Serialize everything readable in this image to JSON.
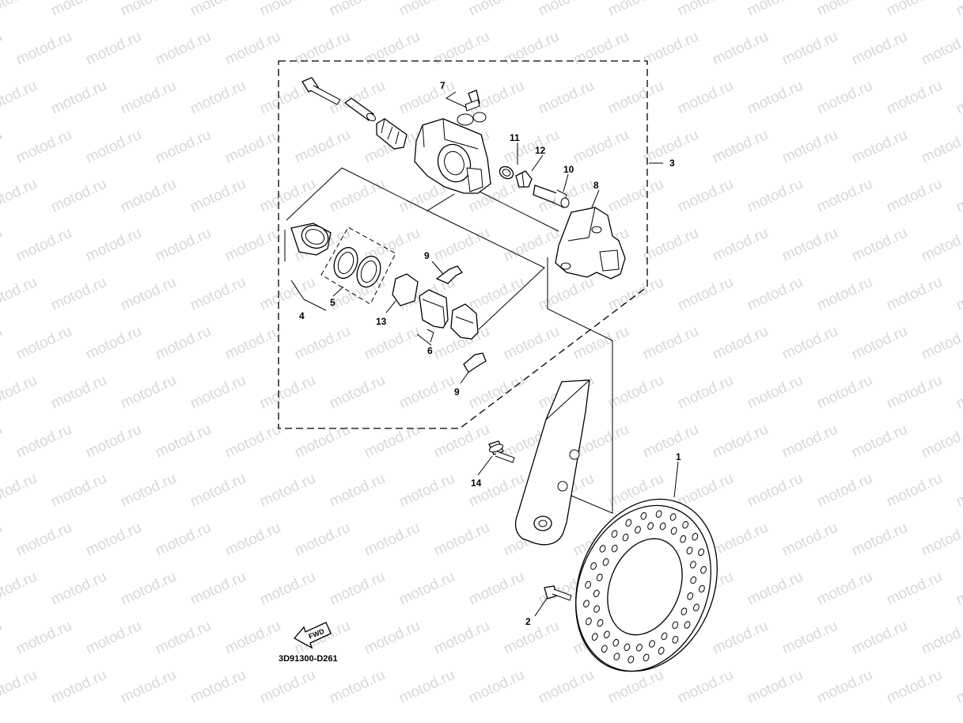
{
  "watermark": {
    "text": "motod.ru"
  },
  "drawing_code": "3D91300-D261",
  "fwd_label": "FWD",
  "callouts": {
    "c1": "1",
    "c2": "2",
    "c3": "3",
    "c4": "4",
    "c5": "5",
    "c6": "6",
    "c7": "7",
    "c8": "8",
    "c9a": "9",
    "c9b": "9",
    "c10": "10",
    "c11": "11",
    "c12": "12",
    "c13": "13",
    "c14": "14"
  },
  "colors": {
    "line": "#000000",
    "watermark": "#d8d8d8",
    "background": "#ffffff"
  }
}
